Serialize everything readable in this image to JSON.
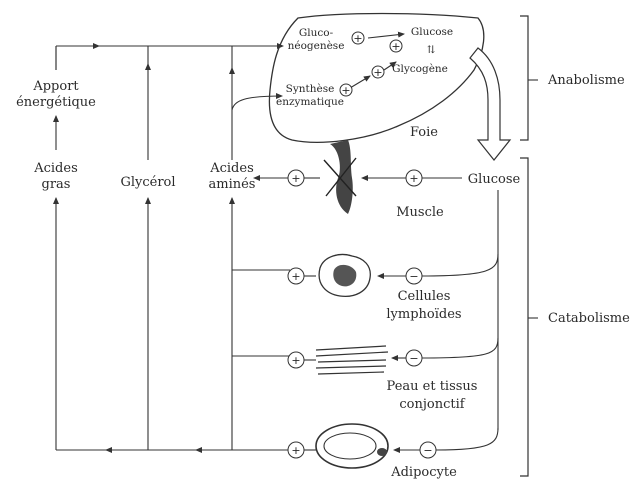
{
  "liver": {
    "organ": "Foie",
    "gluconeogenese_1": "Gluco-",
    "gluconeogenese_2": "néogenèse",
    "glucose": "Glucose",
    "glycogene": "Glycogène",
    "synthese_1": "Synthèse",
    "synthese_2": "enzymatique",
    "equilibrium": "⇅"
  },
  "left_column": {
    "apport_1": "Apport",
    "apport_2": "énergétique",
    "acides_gras_1": "Acides",
    "acides_gras_2": "gras",
    "glycerol": "Glycérol",
    "acides_amines_1": "Acides",
    "acides_amines_2": "aminés"
  },
  "tissues": {
    "glucose_source": "Glucose",
    "muscle": "Muscle",
    "lymph_1": "Cellules",
    "lymph_2": "lymphoïdes",
    "skin_1": "Peau et tissus",
    "skin_2": "conjonctif",
    "adipocyte": "Adipocyte"
  },
  "brackets": {
    "anabolisme": "Anabolisme",
    "catabolisme": "Catabolisme"
  },
  "signs": {
    "plus": "+",
    "minus": "−"
  }
}
